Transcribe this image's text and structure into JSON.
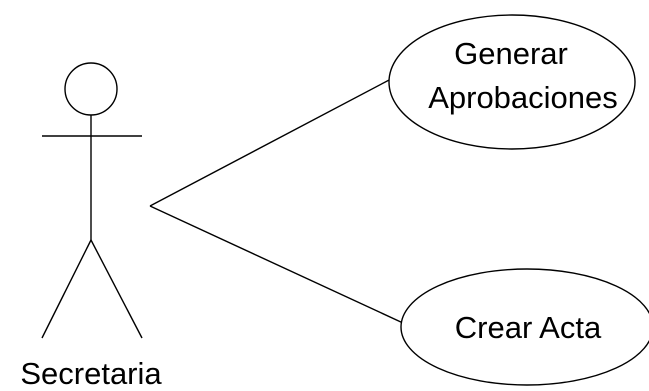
{
  "actor": {
    "label": "Secretaria"
  },
  "use_cases": [
    {
      "lines": [
        "Generar",
        "Aprobaciones"
      ]
    },
    {
      "lines": [
        "Crear Acta"
      ]
    }
  ]
}
